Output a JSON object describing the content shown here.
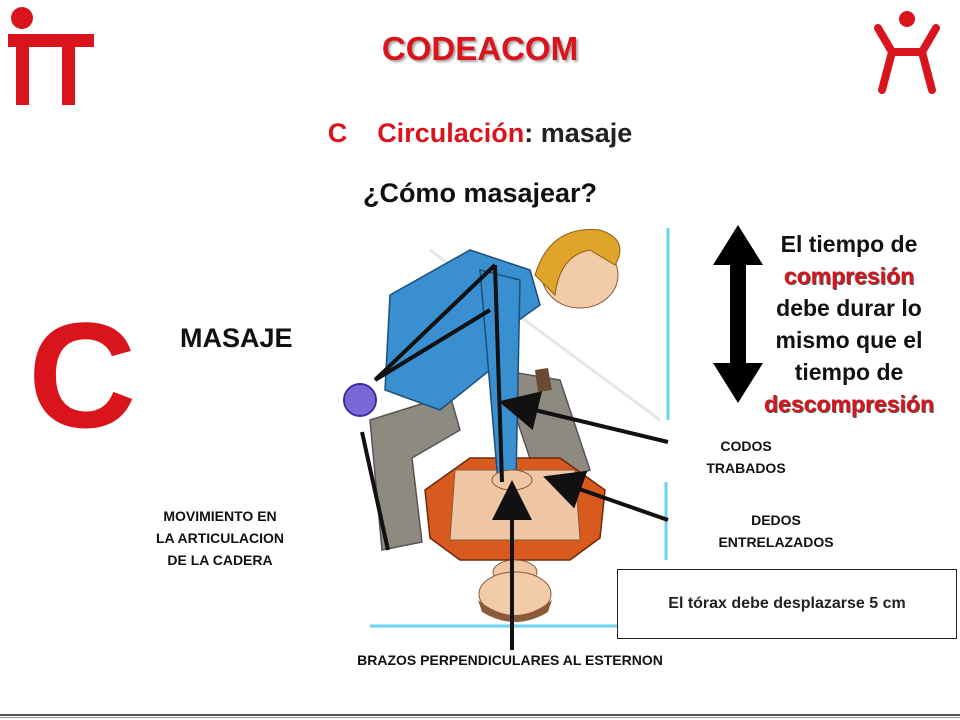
{
  "header": {
    "title": "CODEACOM"
  },
  "subtitle": {
    "letter": "C",
    "circ_word": "Circulación",
    "circ_rest": ": masaje",
    "question": "¿Cómo  masajear?"
  },
  "big_letter": "C",
  "masaje_label": "MASAJE",
  "time_note": {
    "line1": "El tiempo de",
    "word_compresion": "compresión",
    "line3": "debe durar lo",
    "line4": "mismo que el",
    "line5": "tiempo de",
    "word_descompresion": "descompresión"
  },
  "labels": {
    "codos_1": "CODOS",
    "codos_2": "TRABADOS",
    "dedos_1": "DEDOS",
    "dedos_2": "ENTRELAZADOS",
    "cadera_1": "MOVIMIENTO EN",
    "cadera_2": "LA ARTICULACION",
    "cadera_3": "DE LA CADERA",
    "brazos": "BRAZOS  PERPENDICULARES AL ESTERNON"
  },
  "thorax_note": "El tórax debe desplazarse 5 cm",
  "colors": {
    "brand_red": "#d9141c",
    "shirt_blue": "#3a8fd0",
    "hip_dot": "#7b68d6"
  }
}
